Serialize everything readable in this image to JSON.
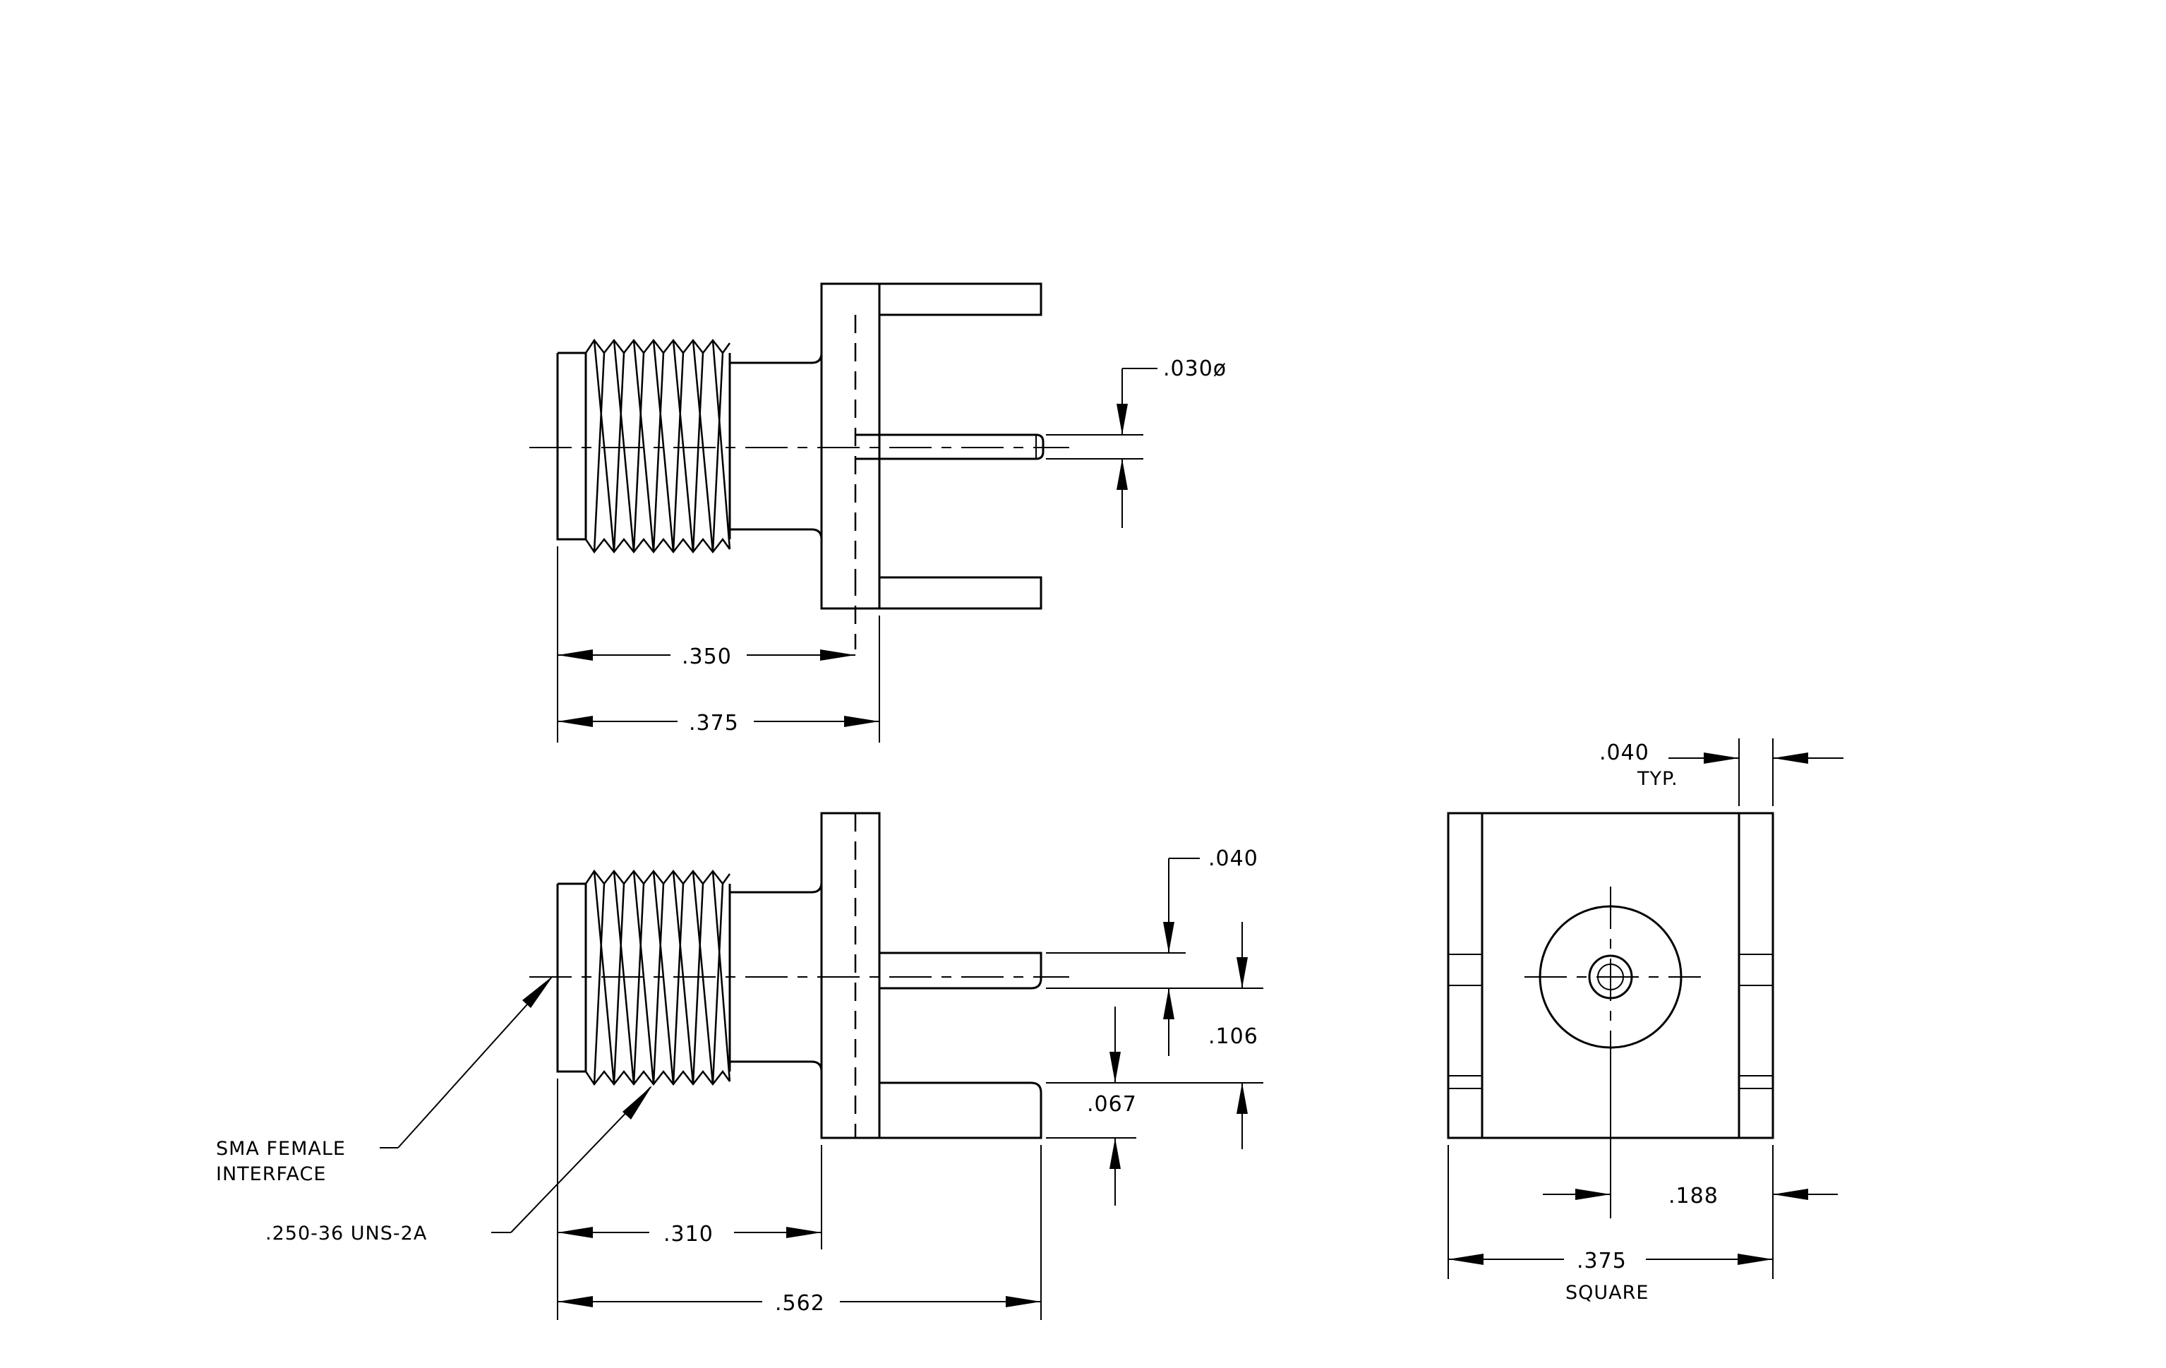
{
  "dimensions": {
    "pin_diameter": ".030ø",
    "front_len_350": ".350",
    "front_len_375": ".375",
    "tab_thickness": ".040",
    "pin_offset_106": ".106",
    "leg_067": ".067",
    "thread_len_310": ".310",
    "overall_562": ".562",
    "end_wall": ".040",
    "end_wall_typ": "TYP.",
    "half_188": ".188",
    "width_375": ".375",
    "square": "SQUARE"
  },
  "callouts": {
    "interface_line1": "SMA FEMALE",
    "interface_line2": "INTERFACE",
    "thread_spec": ".250-36 UNS-2A"
  }
}
